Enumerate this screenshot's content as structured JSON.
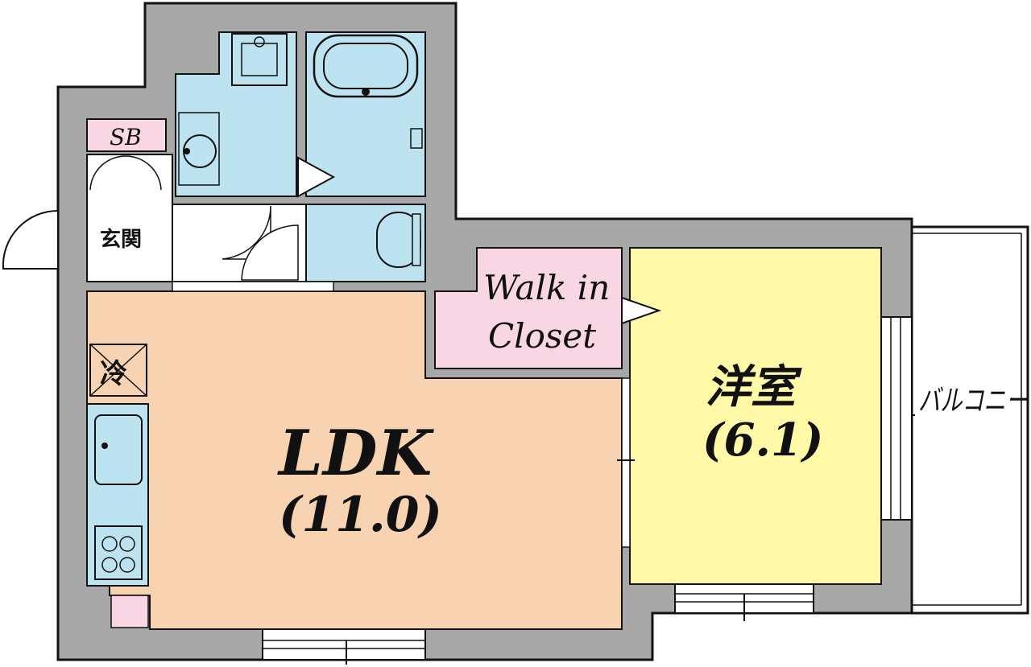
{
  "rooms": {
    "sb": "SB",
    "entrance": "玄関",
    "walk_in_closet_line1": "Walk in",
    "walk_in_closet_line2": "Closet",
    "fridge": "冷",
    "ldk": "LDK",
    "ldk_size": "(11.0)",
    "western_room": "洋室",
    "western_room_size": "(6.1)",
    "balcony": "バルコニー"
  },
  "colors": {
    "wall": "#a8a8a8",
    "ldk": "#f8d3b2",
    "western_room": "#fff9a8",
    "wet_area": "#bde3f0",
    "closet": "#f9d6e4",
    "floor_white": "#ffffff",
    "outline": "#111111"
  }
}
